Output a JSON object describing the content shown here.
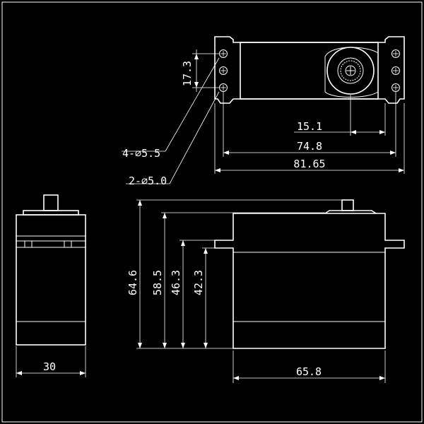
{
  "colors": {
    "background": "#000000",
    "lines": "#ffffff"
  },
  "top_view": {
    "dim_mount_spacing": "17.3",
    "dim_hole_large": "4-∅5.5",
    "dim_hole_small": "2-∅5.0",
    "dim_shaft_offset": "15.1",
    "dim_hole_spacing": "74.8",
    "dim_overall_length": "81.65"
  },
  "side_view": {
    "dim_overall_height": "64.6",
    "dim_body_height": "58.5",
    "dim_to_flange_top": "46.3",
    "dim_to_flange_bottom": "42.3",
    "dim_body_length": "65.8"
  },
  "end_view": {
    "dim_width": "30"
  }
}
